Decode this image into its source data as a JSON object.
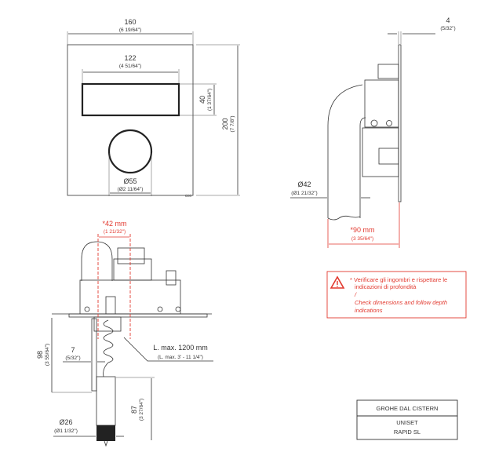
{
  "front_view": {
    "width": {
      "mm": "160",
      "in": "(6 19/64\")"
    },
    "button_width": {
      "mm": "122",
      "in": "(4 51/64\")"
    },
    "button_height": {
      "mm": "40",
      "in": "(1 37/64\")"
    },
    "height": {
      "mm": "200",
      "in": "(7 7/8\")"
    },
    "round_button": {
      "mm": "Ø55",
      "in": "(Ø2 11/64\")"
    },
    "logo": "ceo"
  },
  "side_view": {
    "plate_thickness": {
      "mm": "4",
      "in": "(5/32\")"
    },
    "pipe_diameter": {
      "mm": "Ø42",
      "in": "(Ø1 21/32\")"
    },
    "depth": {
      "mm": "*90 mm",
      "in": "(3 35/64\")"
    }
  },
  "bottom_view": {
    "offset": {
      "mm": "*42 mm",
      "in": "(1 21/32\")"
    },
    "depth_98": {
      "mm": "98",
      "in": "(3 55/64\")"
    },
    "offset_7": {
      "mm": "7",
      "in": "(5/32\")"
    },
    "cable_length": {
      "mm": "L. max. 1200 mm",
      "in": "(L. max. 3' - 11 1/4\")"
    },
    "length_87": {
      "mm": "87",
      "in": "(3 27/64\")"
    },
    "sensor_diameter": {
      "mm": "Ø26",
      "in": "(Ø1 1/32\")"
    }
  },
  "warning": {
    "icon": "warning-triangle-icon",
    "line1": "* Verificare gli ingombri e rispettare le",
    "line2": "indicazioni di profondità",
    "separator": "/",
    "line3": "Check dimensions and follow depth",
    "line4": "indications",
    "color": "#e2392f"
  },
  "title_block": {
    "header": "GROHE DAL CISTERN",
    "line1": "UNISET",
    "line2": "RAPID SL"
  }
}
